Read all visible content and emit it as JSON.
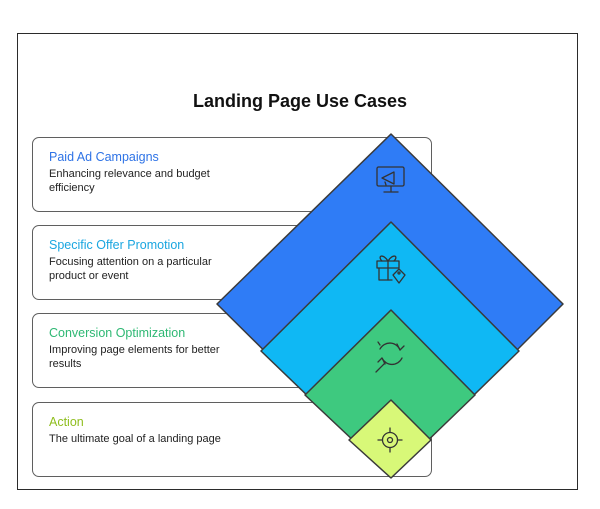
{
  "title": "Landing Page Use Cases",
  "layers": [
    {
      "heading": "Paid Ad Campaigns",
      "description": "Enhancing relevance and budget efficiency",
      "heading_color": "#2e73e6",
      "fill": "#2f7cf6",
      "icon": "monitor-megaphone-icon"
    },
    {
      "heading": "Specific Offer Promotion",
      "description": "Focusing attention on a particular product or event",
      "heading_color": "#1aa6e0",
      "fill": "#0fb8f4",
      "icon": "gift-tag-icon"
    },
    {
      "heading": "Conversion Optimization",
      "description": "Improving page elements for better results",
      "heading_color": "#2fb874",
      "fill": "#3ec97f",
      "icon": "cycle-arrows-icon"
    },
    {
      "heading": "Action",
      "description": "The ultimate goal of a landing page",
      "heading_color": "#8fbe1e",
      "fill": "#d8f878",
      "icon": "target-icon"
    }
  ],
  "colors": {
    "outline": "#3a3a3a",
    "icon_stroke": "#333333"
  }
}
